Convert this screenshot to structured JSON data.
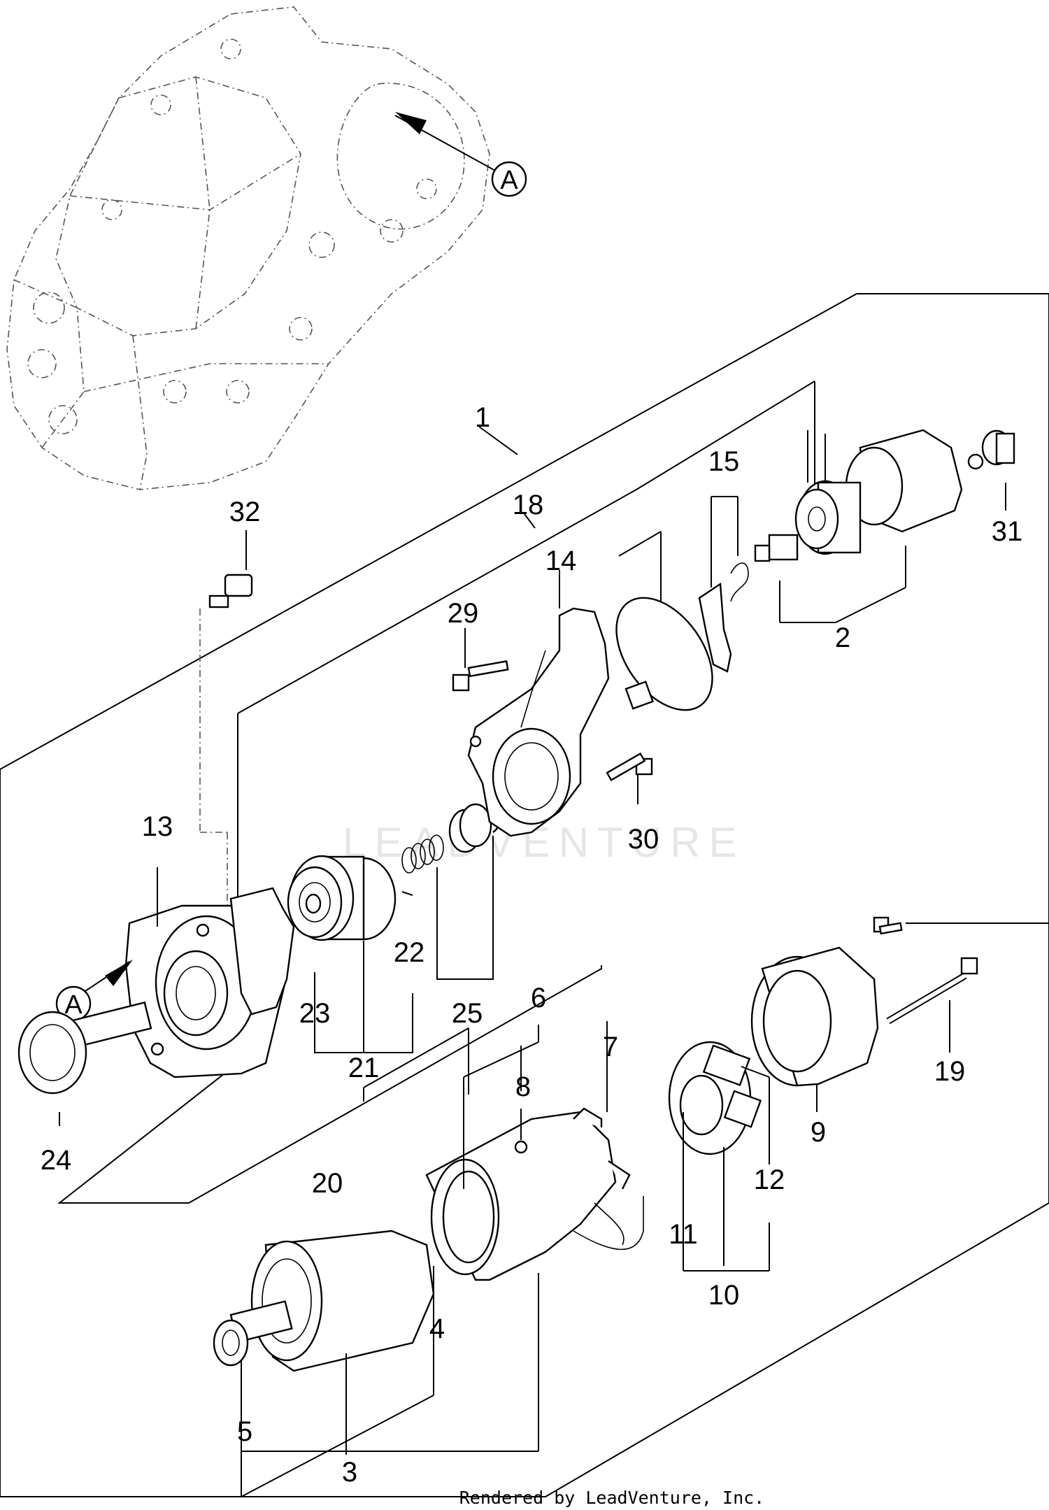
{
  "diagram": {
    "footer": "Rendered by LeadVenture, Inc.",
    "watermark": "LEADVENTURE",
    "reference_marker": "A",
    "callouts": {
      "c1": "1",
      "c2": "2",
      "c3": "3",
      "c4": "4",
      "c5": "5",
      "c6": "6",
      "c7": "7",
      "c8": "8",
      "c9": "9",
      "c10": "10",
      "c11": "11",
      "c12": "12",
      "c13": "13",
      "c14": "14",
      "c15": "15",
      "c18": "18",
      "c19": "19",
      "c20": "20",
      "c21": "21",
      "c22": "22",
      "c23": "23",
      "c24": "24",
      "c25": "25",
      "c29": "29",
      "c30": "30",
      "c31": "31",
      "c32": "32"
    }
  }
}
